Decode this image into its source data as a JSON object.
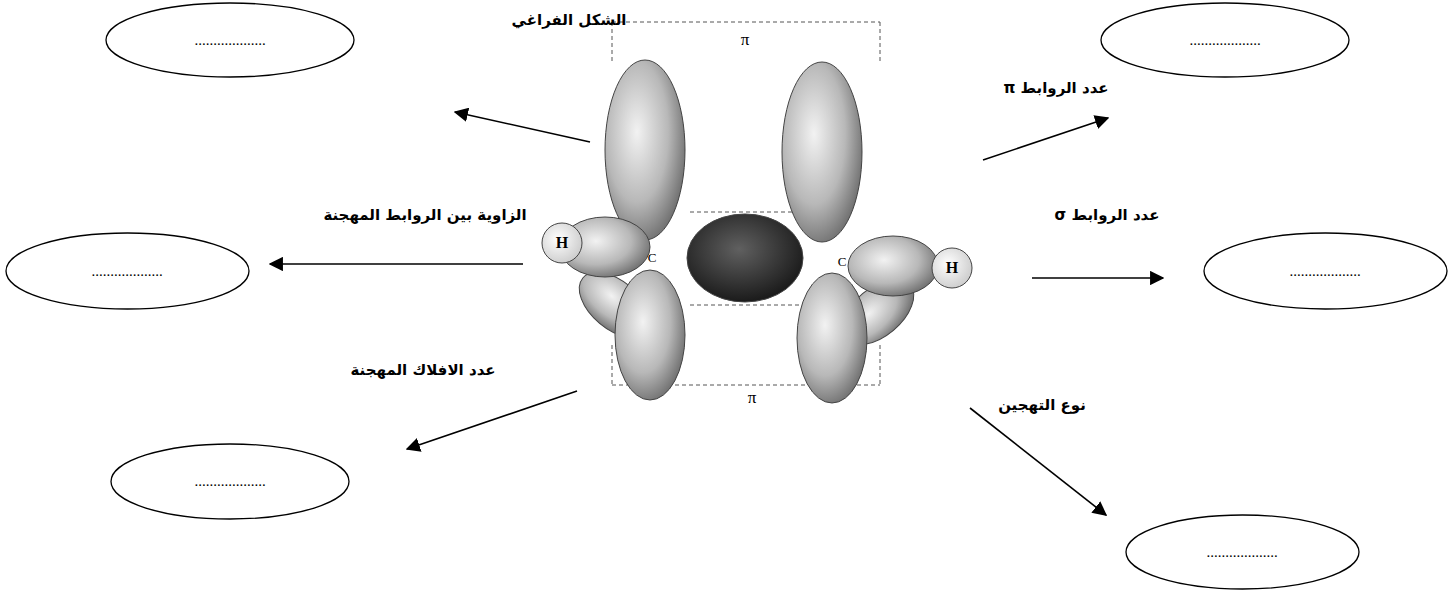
{
  "diagram": {
    "nodes": [
      {
        "text": [
          "..................."
        ]
      },
      {
        "text": [
          "..................."
        ]
      },
      {
        "text": [
          "..................."
        ]
      },
      {
        "text": [
          "..................."
        ]
      },
      {
        "text": [
          "..................."
        ]
      },
      {
        "text": [
          "..................."
        ]
      }
    ],
    "labels": [
      "الشكل الفراغي",
      "عدد الروابط π",
      "الزاوية بين الروابط المهجنة",
      "عدد الروابط σ",
      "عدد الافلاك المهجنة",
      "نوع التهجين",
      "H",
      "H",
      "C",
      "C",
      "π",
      "π"
    ]
  }
}
